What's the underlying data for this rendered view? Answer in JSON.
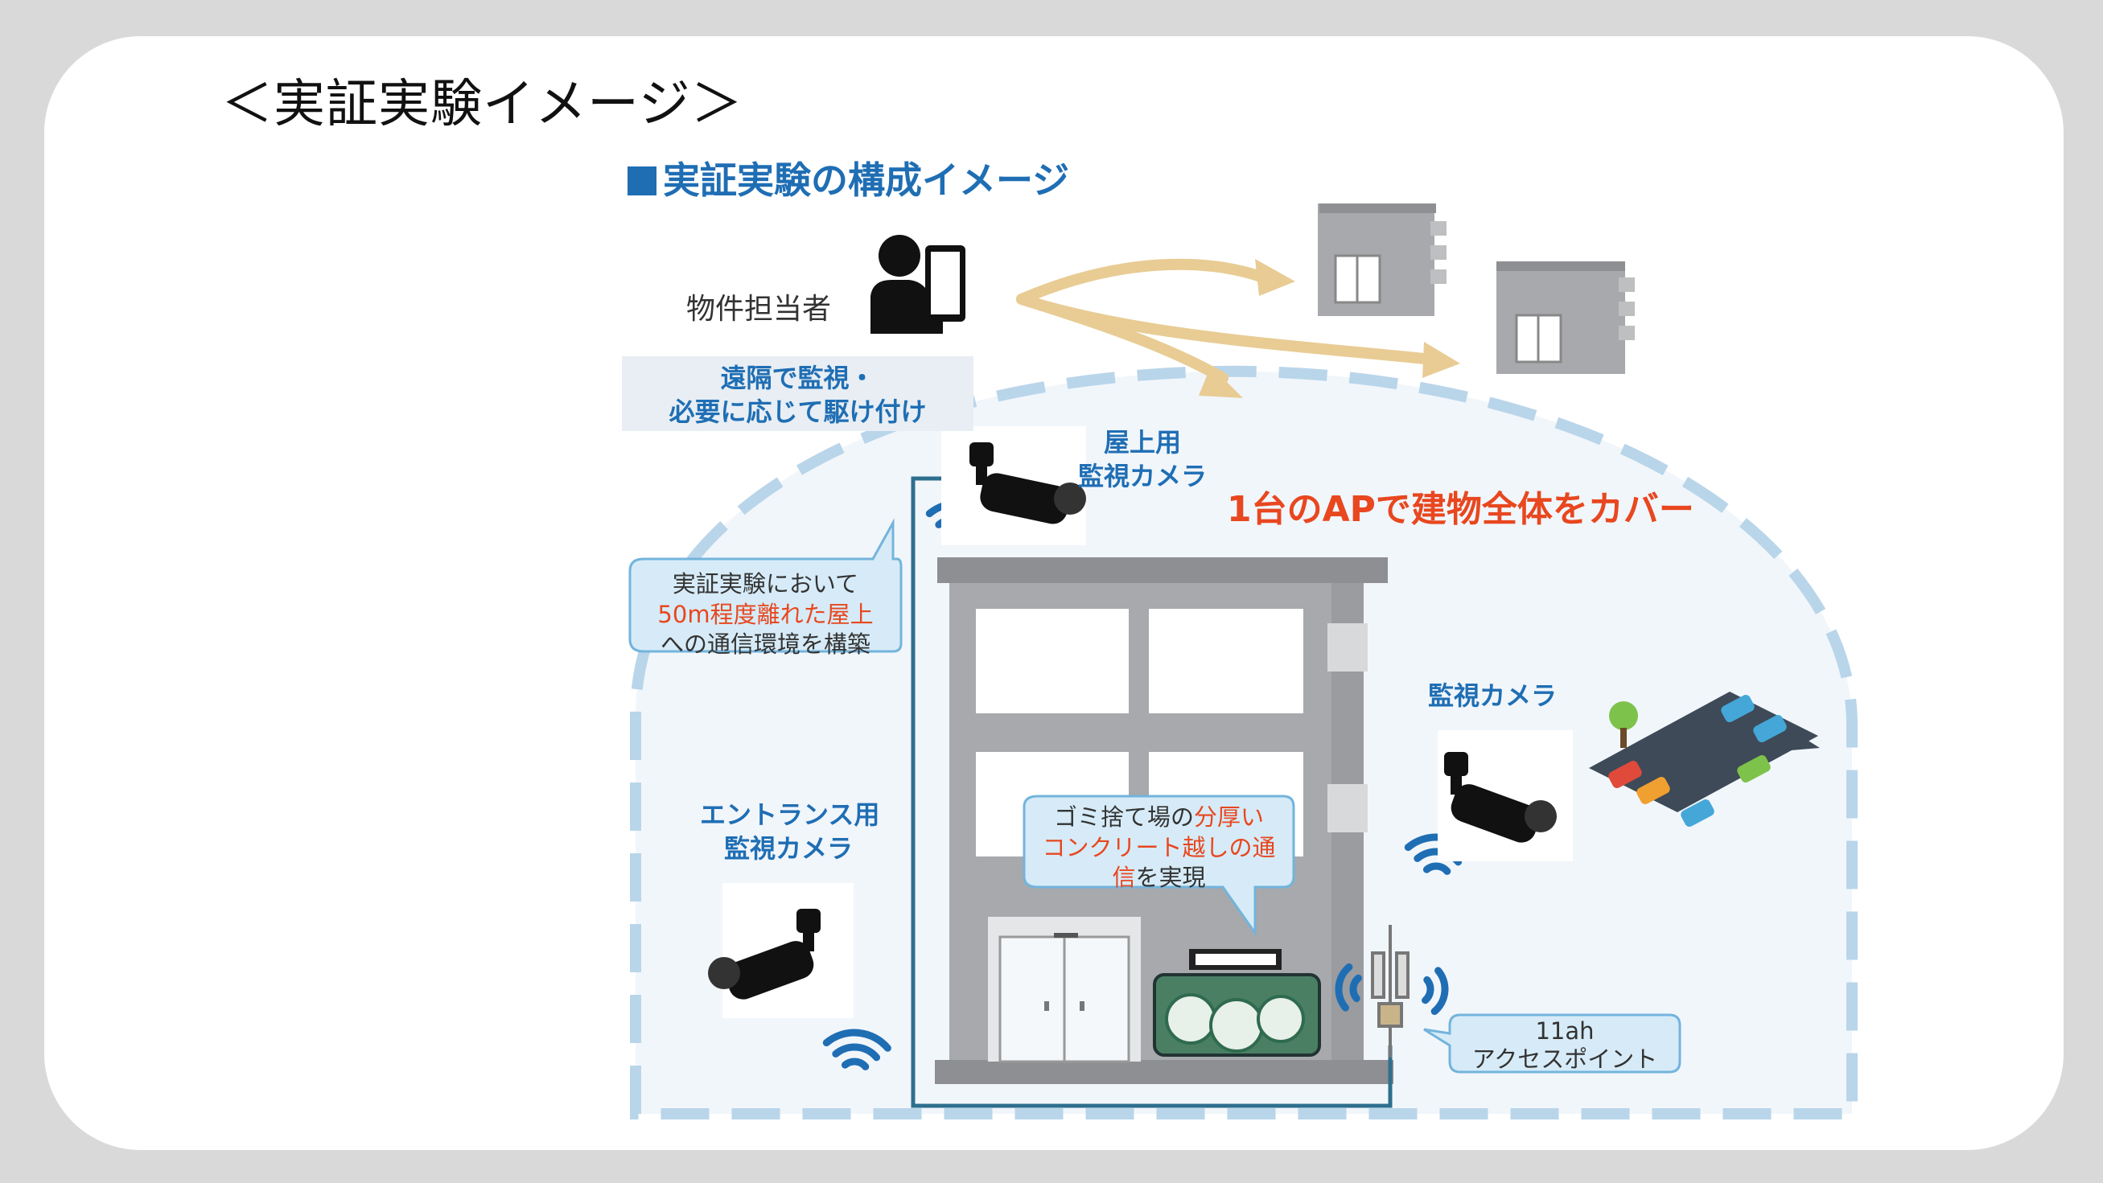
{
  "slide": {
    "title": "＜実証実験イメージ＞",
    "subtitle": "実証実験の構成イメージ"
  },
  "labels": {
    "manager": "物件担当者",
    "remote_line1": "遠隔で監視・",
    "remote_line2": "必要に応じて駆け付け",
    "rooftop_cam_line1": "屋上用",
    "rooftop_cam_line2": "監視カメラ",
    "coverage": "1台のAPで建物全体をカバー",
    "callout1_line1": "実証実験において",
    "callout1_line2": "50m程度離れた屋上",
    "callout1_line3": "への通信環境を構築",
    "parking_cam": "監視カメラ",
    "entrance_cam_line1": "エントランス用",
    "entrance_cam_line2": "監視カメラ",
    "callout2_line1_a": "ゴミ捨て場の",
    "callout2_line1_b": "分厚い",
    "callout2_line2": "コンクリート越しの通",
    "callout2_line3_a": "信",
    "callout2_line3_b": "を実現",
    "ap_line1": "11ah",
    "ap_line2": "アクセスポイント"
  },
  "colors": {
    "accent_blue": "#1f6eb4",
    "highlight_red": "#e8471f",
    "dashed_blue": "#b9d5ea",
    "building_gray": "#a7a9ac",
    "arrow_gold": "#e8cc94"
  },
  "icons": [
    "person-tablet-icon",
    "security-camera-icon",
    "wifi-signal-icon",
    "antenna-icon",
    "building-icon",
    "parking-lot-icon",
    "garbage-bags-icon"
  ]
}
